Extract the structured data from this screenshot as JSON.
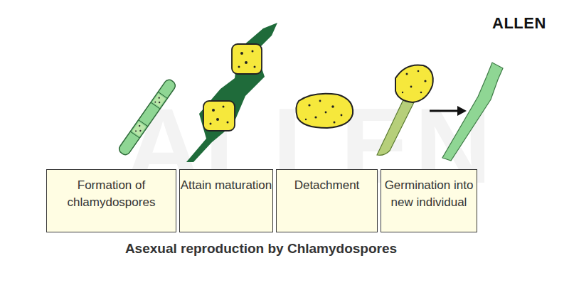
{
  "diagram": {
    "caption": "Asexual reproduction by Chlamydospores",
    "nodes": [
      {
        "text": [
          "Formation of chlamydospores"
        ]
      },
      {
        "text": [
          "Attain maturation"
        ]
      },
      {
        "text": [
          "Detachment"
        ]
      },
      {
        "text": [
          "Germination into new individual"
        ]
      }
    ],
    "labels": [
      "ALLEN",
      "ALLEN"
    ]
  }
}
